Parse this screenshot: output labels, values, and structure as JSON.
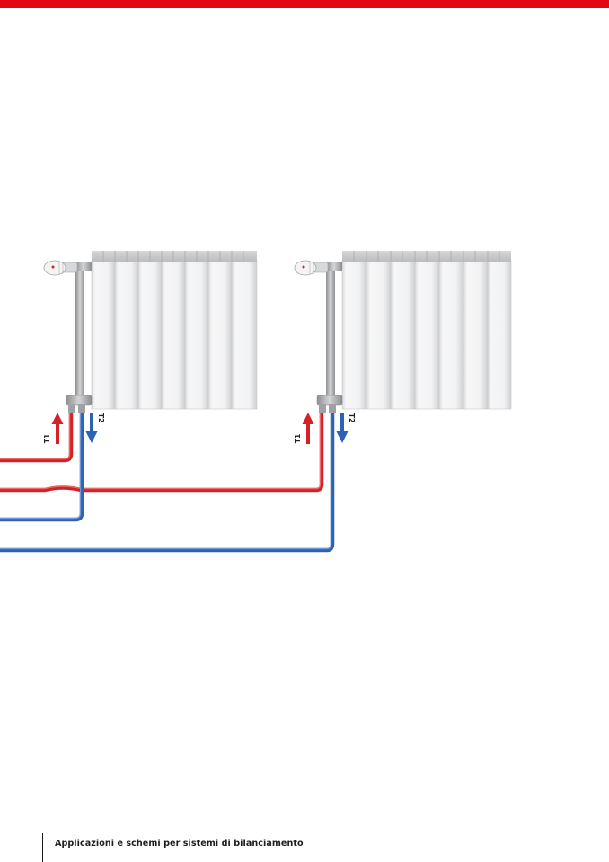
{
  "header": {
    "accent_color": "#e30613"
  },
  "diagram": {
    "radiators": [
      {
        "label_supply": "T1",
        "label_return": "T2",
        "sections": 7
      },
      {
        "label_supply": "T1",
        "label_return": "T2",
        "sections": 7
      }
    ],
    "colors": {
      "supply": "#d42127",
      "return": "#2b62b6",
      "radiator": "#eff0f1"
    }
  },
  "footer": {
    "caption": "Applicazioni e schemi per sistemi di bilanciamento"
  }
}
